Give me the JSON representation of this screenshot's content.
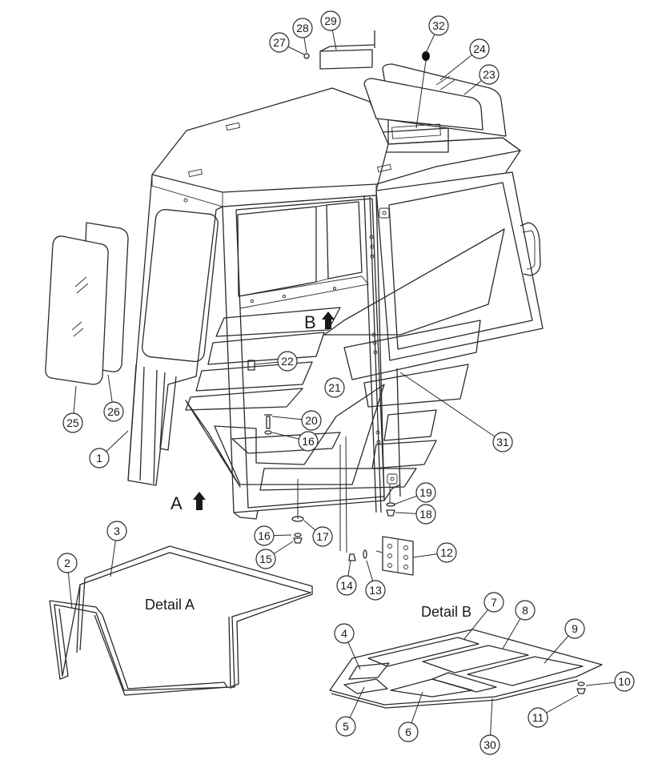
{
  "labels": {
    "detail_a": "Detail A",
    "detail_b": "Detail B",
    "view_a": "A",
    "view_b": "B"
  },
  "callouts": [
    {
      "id": "1",
      "text": "1"
    },
    {
      "id": "2",
      "text": "2"
    },
    {
      "id": "3",
      "text": "3"
    },
    {
      "id": "4",
      "text": "4"
    },
    {
      "id": "5",
      "text": "5"
    },
    {
      "id": "6",
      "text": "6"
    },
    {
      "id": "7",
      "text": "7"
    },
    {
      "id": "8",
      "text": "8"
    },
    {
      "id": "9",
      "text": "9"
    },
    {
      "id": "10",
      "text": "10"
    },
    {
      "id": "11",
      "text": "11"
    },
    {
      "id": "12",
      "text": "12"
    },
    {
      "id": "13",
      "text": "13"
    },
    {
      "id": "14",
      "text": "14"
    },
    {
      "id": "15",
      "text": "15"
    },
    {
      "id": "16a",
      "text": "16"
    },
    {
      "id": "16b",
      "text": "16"
    },
    {
      "id": "17",
      "text": "17"
    },
    {
      "id": "18",
      "text": "18"
    },
    {
      "id": "19",
      "text": "19"
    },
    {
      "id": "20",
      "text": "20"
    },
    {
      "id": "21",
      "text": "21"
    },
    {
      "id": "22",
      "text": "22"
    },
    {
      "id": "23",
      "text": "23"
    },
    {
      "id": "24",
      "text": "24"
    },
    {
      "id": "25",
      "text": "25"
    },
    {
      "id": "26",
      "text": "26"
    },
    {
      "id": "27",
      "text": "27"
    },
    {
      "id": "28",
      "text": "28"
    },
    {
      "id": "29",
      "text": "29"
    },
    {
      "id": "30",
      "text": "30"
    },
    {
      "id": "31",
      "text": "31"
    },
    {
      "id": "32",
      "text": "32"
    }
  ]
}
